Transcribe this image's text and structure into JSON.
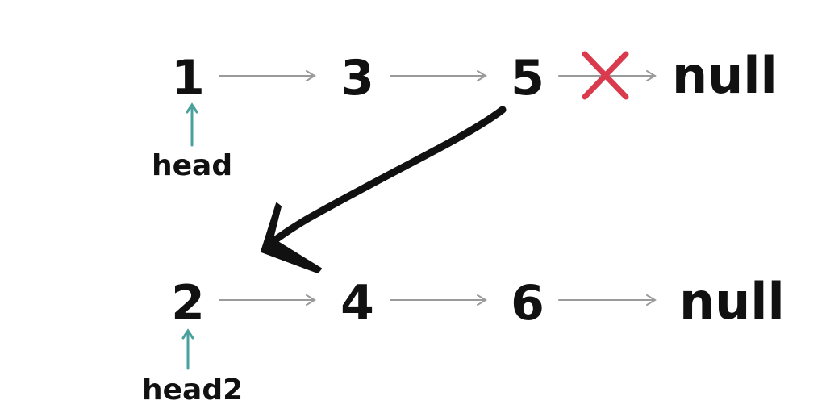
{
  "diagram": {
    "list1": {
      "nodes": [
        "1",
        "3",
        "5"
      ],
      "terminal": "null",
      "pointer_label": "head"
    },
    "list2": {
      "nodes": [
        "2",
        "4",
        "6"
      ],
      "terminal": "null",
      "pointer_label": "head2"
    },
    "colors": {
      "text": "#111111",
      "link_arrow": "#9a9a9a",
      "pointer_arrow": "#4aa09c",
      "cut_mark": "#d93a4d",
      "redirect_arrow": "#111111"
    },
    "icons": {
      "cut_mark": "cross-icon",
      "pointer": "up-arrow-icon",
      "redirect": "curved-arrow-icon"
    }
  }
}
